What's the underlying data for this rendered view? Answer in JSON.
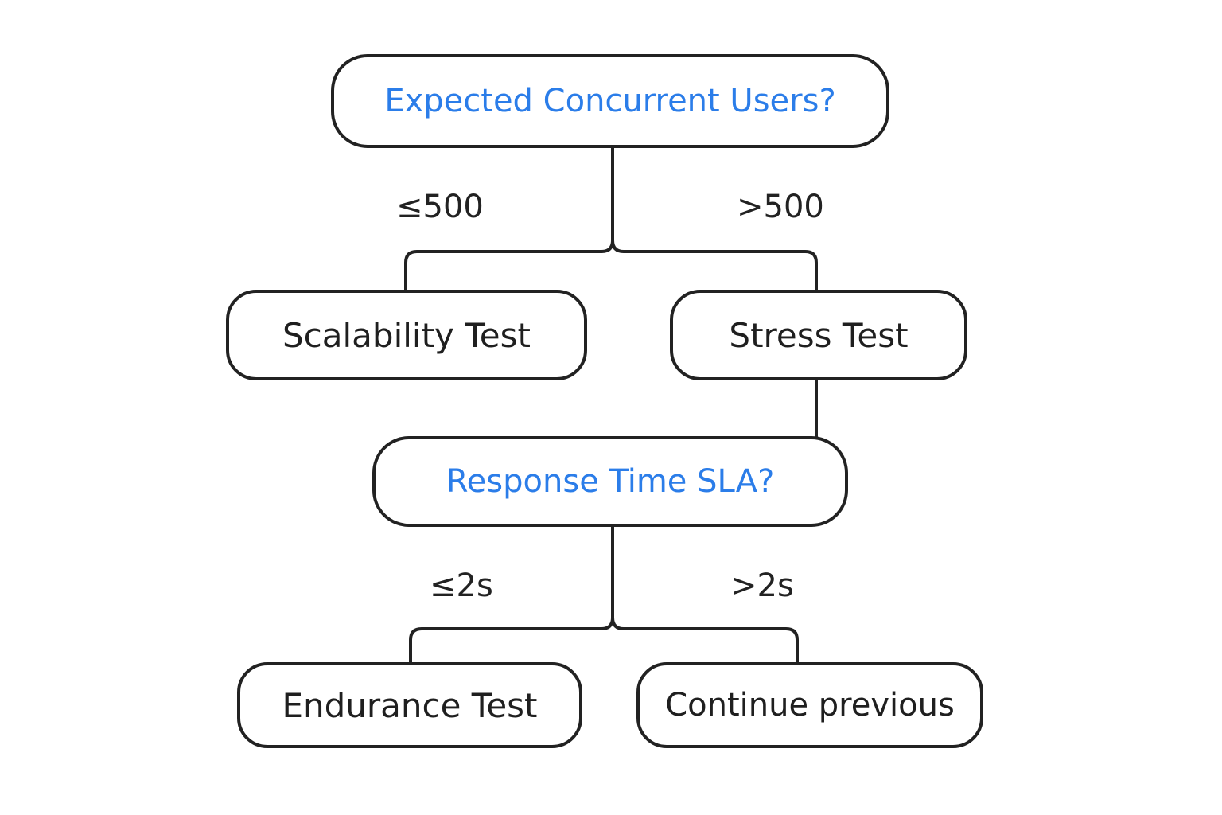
{
  "colors": {
    "question_text": "#2b7de9",
    "result_text": "#1f1f1f",
    "stroke": "#222222",
    "background": "#ffffff"
  },
  "nodes": {
    "q1": {
      "label": "Expected Concurrent Users?"
    },
    "scalability": {
      "label": "Scalability Test"
    },
    "stress": {
      "label": "Stress Test"
    },
    "q2": {
      "label": "Response Time SLA?"
    },
    "endurance": {
      "label": "Endurance Test"
    },
    "continue": {
      "label": "Continue previous"
    }
  },
  "edges": {
    "users_low": {
      "label": "≤500"
    },
    "users_high": {
      "label": ">500"
    },
    "sla_low": {
      "label": "≤2s"
    },
    "sla_high": {
      "label": ">2s"
    }
  }
}
